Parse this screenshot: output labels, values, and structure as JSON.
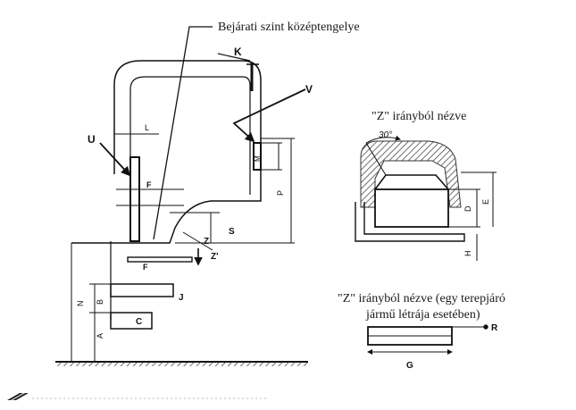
{
  "labels": {
    "entrance_axis": "Bejárati szint középtengelye",
    "view_z": "\"Z\" irányból nézve",
    "view_z_offroad_line1": "\"Z\" irányból nézve (egy terepjáró",
    "view_z_offroad_line2": "jármű létrája esetében)",
    "angle": "30°",
    "K": "K",
    "V": "V",
    "U": "U",
    "L": "L",
    "M": "M",
    "F_upper": "F",
    "F_lower": "F",
    "P": "P",
    "S": "S",
    "Z": "Z",
    "Z_prime": "Z'",
    "J": "J",
    "N": "N",
    "B": "B",
    "A": "A",
    "C": "C",
    "D": "D",
    "E": "E",
    "H": "H",
    "R": "R",
    "G": "G"
  },
  "colors": {
    "ink": "#111111",
    "hatch": "#333333"
  }
}
